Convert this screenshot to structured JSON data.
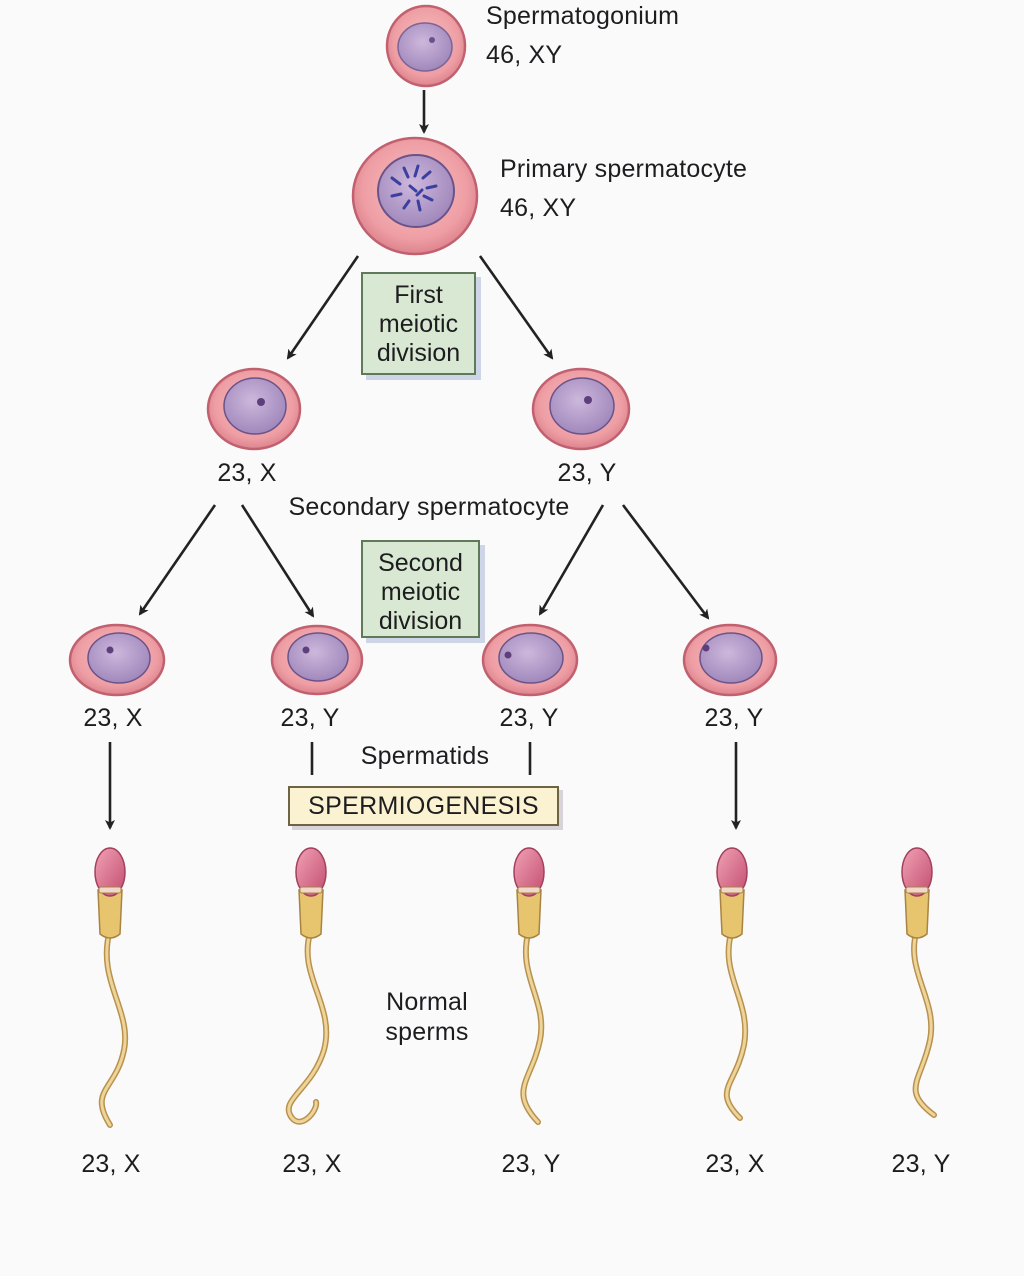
{
  "stages": {
    "spermatogonium": {
      "name": "Spermatogonium",
      "karyotype": "46, XY"
    },
    "primary": {
      "name": "Primary spermatocyte",
      "karyotype": "46, XY"
    },
    "secondary": {
      "name": "Secondary spermatocyte",
      "left": "23, X",
      "right": "23, Y"
    },
    "spermatids": {
      "name": "Spermatids",
      "labels": [
        "23, X",
        "23, Y",
        "23, Y",
        "23, Y"
      ]
    },
    "sperms": {
      "name_line1": "Normal",
      "name_line2": "sperms",
      "labels": [
        "23, X",
        "23, X",
        "23, Y",
        "23, X",
        "23, Y"
      ]
    }
  },
  "processes": {
    "first_division": {
      "line1": "First",
      "line2": "meiotic",
      "line3": "division"
    },
    "second_division": {
      "line1": "Second",
      "line2": "meiotic",
      "line3": "division"
    },
    "spermiogenesis": "SPERMIOGENESIS"
  },
  "colors": {
    "cytoplasm": "#f0a0a6",
    "cell_outline": "#c86d78",
    "nucleus": "#b49ac8",
    "chromatin": "#3b3fa0",
    "sperm_head": "#d25a7c",
    "sperm_tail": "#e9c98a",
    "first_box": "#d9e8d2",
    "spermiogenesis_box": "#fbf2d2"
  }
}
